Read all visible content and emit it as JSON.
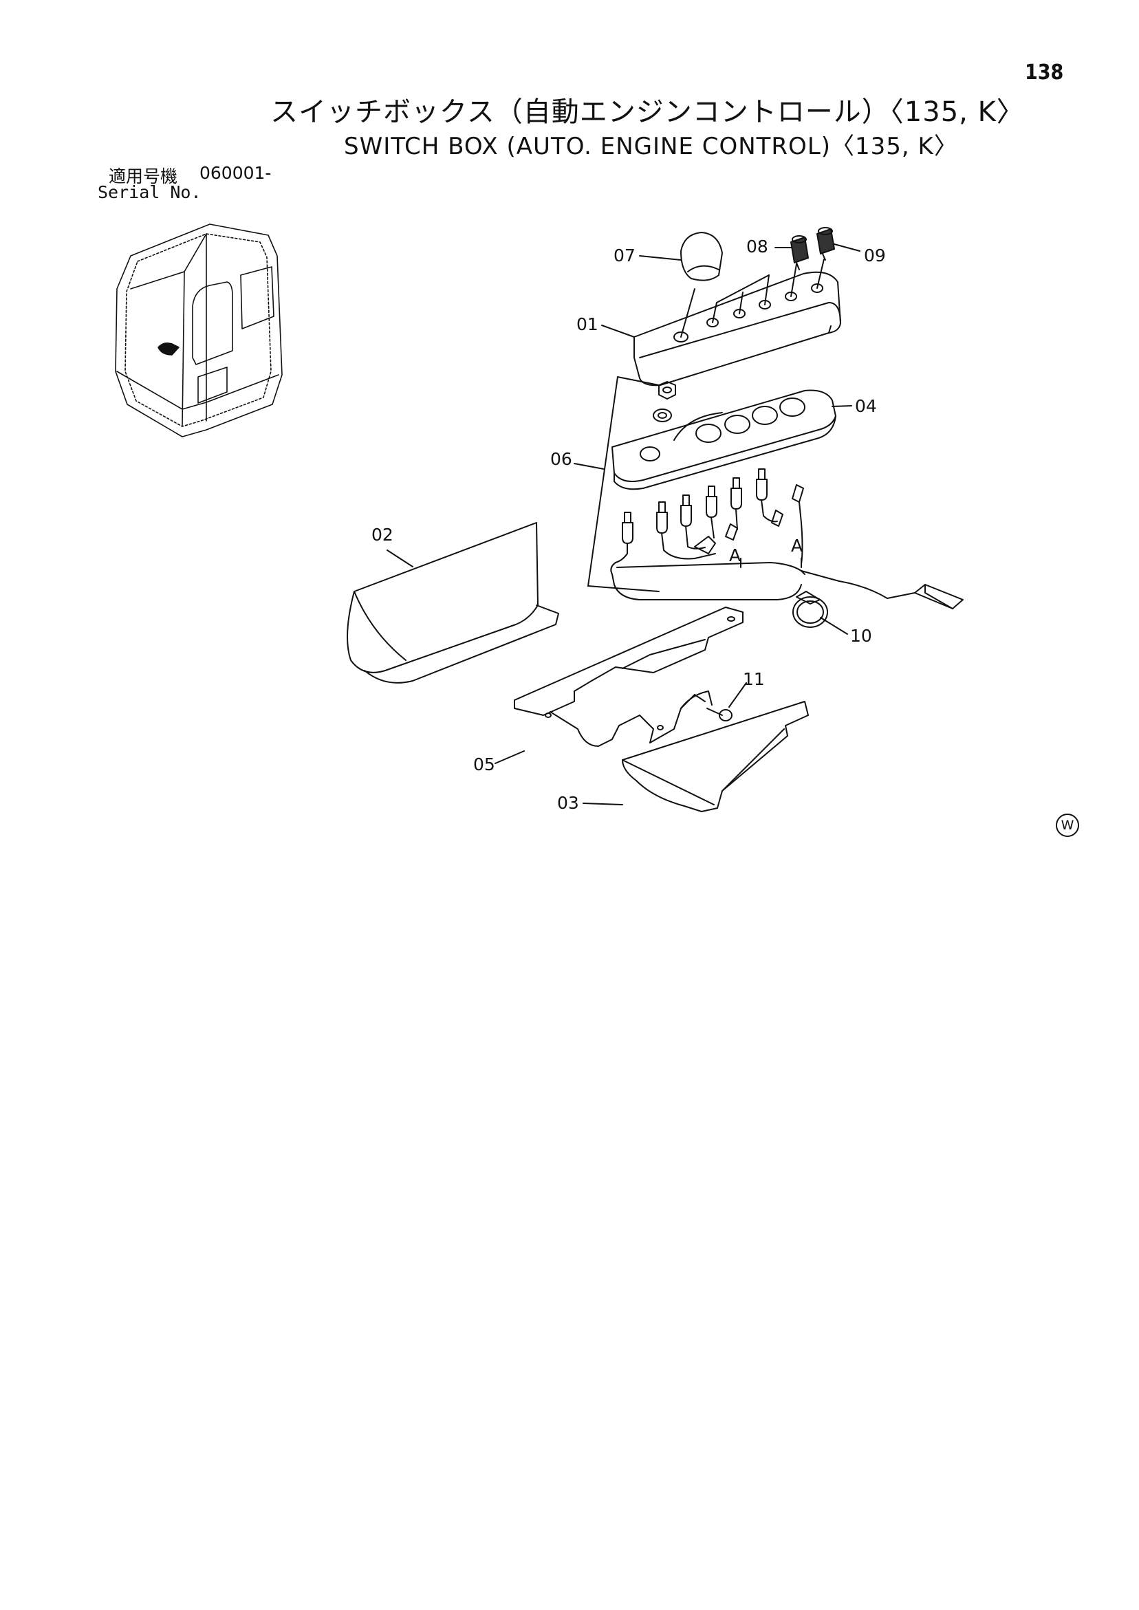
{
  "page_number": "138",
  "title_jp": "スイッチボックス（自動エンジンコントロール）〈135, K〉",
  "title_en": "SWITCH BOX (AUTO. ENGINE CONTROL)〈135, K〉",
  "serial": {
    "label_jp": "適用号機",
    "value": "060001-",
    "label_en": "Serial No."
  },
  "callouts": {
    "p01": "01",
    "p02": "02",
    "p03": "03",
    "p04": "04",
    "p05": "05",
    "p06": "06",
    "p07": "07",
    "p08": "08",
    "p09": "09",
    "p10": "10",
    "p11": "11",
    "ref_a1": "A",
    "ref_a2": "A"
  },
  "mark": "W"
}
